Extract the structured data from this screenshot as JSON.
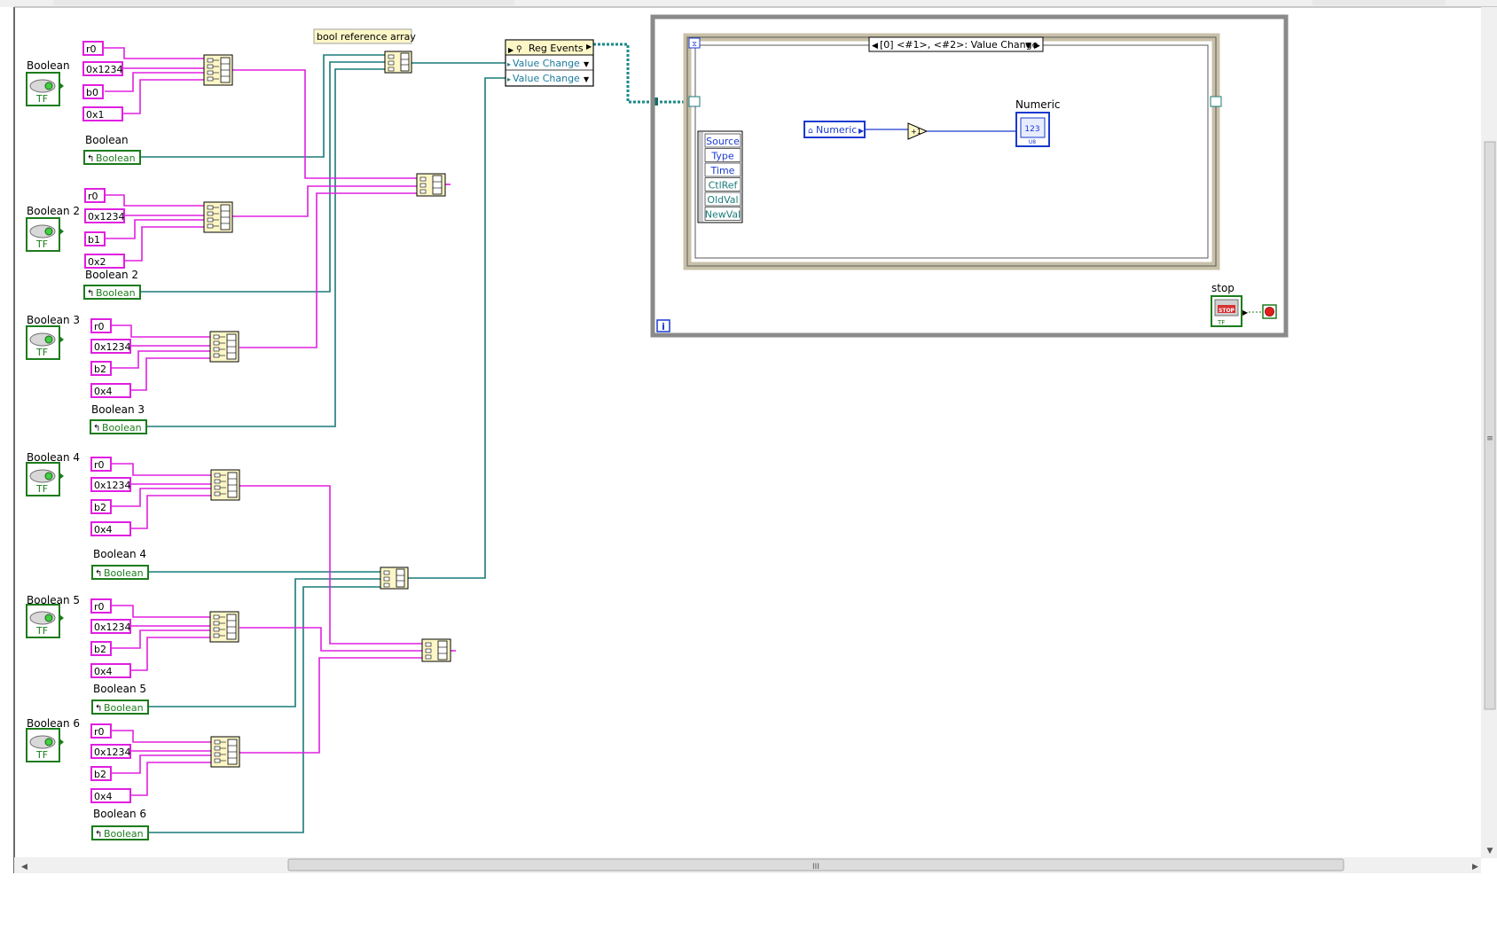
{
  "constants": {
    "group1": [
      "r0",
      "0x1234",
      "b0",
      "0x1"
    ],
    "group2": [
      "r0",
      "0x1234",
      "b1",
      "0x2"
    ],
    "group3": [
      "r0",
      "0x1234",
      "b2",
      "0x4"
    ],
    "group4": [
      "r0",
      "0x1234",
      "b2",
      "0x4"
    ],
    "group5": [
      "r0",
      "0x1234",
      "b2",
      "0x4"
    ],
    "group6": [
      "r0",
      "0x1234",
      "b2",
      "0x4"
    ]
  },
  "terminals": [
    "Boolean",
    "Boolean 2",
    "Boolean 3",
    "Boolean 4",
    "Boolean 5",
    "Boolean 6"
  ],
  "refnum_labels": [
    "Boolean",
    "Boolean 2",
    "Boolean 3",
    "Boolean 4",
    "Boolean 5",
    "Boolean 6"
  ],
  "refnum_text": "Boolean",
  "tf_text": "TF",
  "bool_ref_label": "bool reference array",
  "reg_events": {
    "title": "Reg Events",
    "items": [
      "Value Change",
      "Value Change"
    ]
  },
  "event_structure": {
    "case_label": "[0] <#1>, <#2>: Value Change",
    "event_data": [
      "Source",
      "Type",
      "Time",
      "CtlRef",
      "OldVal",
      "NewVal"
    ],
    "numeric_local": "Numeric",
    "increment": "+1",
    "numeric_indicator": "Numeric",
    "indicator_text": "123",
    "indicator_type": "U8"
  },
  "loop": {
    "iteration": "i",
    "stop_label": "stop",
    "stop_text": "STOP"
  },
  "scrollbar": {
    "thumb_mark": "III"
  },
  "colors": {
    "pink_wire": "#e020e0",
    "ref_wire": "#1a7a7a",
    "bool_green": "#1c7c1c",
    "loop_gray": "#808080"
  }
}
